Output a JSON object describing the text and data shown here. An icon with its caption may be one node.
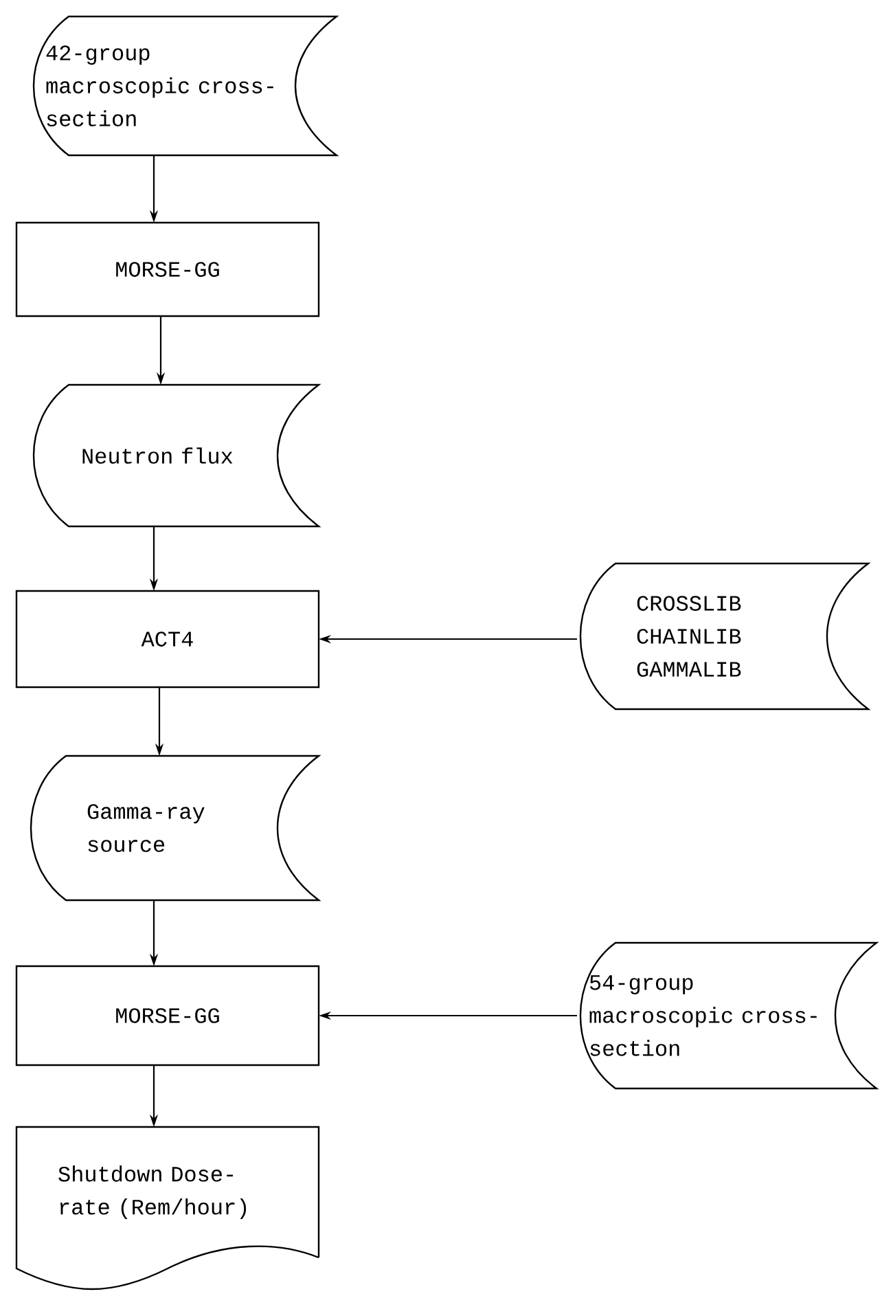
{
  "diagram": {
    "nodes": [
      {
        "text": [
          "42-group macroscopic cross-section"
        ]
      },
      {
        "text": [
          "MORSE-GG"
        ]
      },
      {
        "text": [
          "Neutron flux"
        ]
      },
      {
        "text": [
          "ACT4"
        ]
      },
      {
        "text": [
          "CROSSLIB CHAINLIB GAMMALIB"
        ]
      },
      {
        "text": [
          "Gamma-ray source"
        ]
      },
      {
        "text": [
          "MORSE-GG"
        ]
      },
      {
        "text": [
          "Shutdown Dose-rate (Rem/hour)"
        ]
      },
      {
        "text": [
          "54-group macroscopic cross-section"
        ]
      }
    ],
    "edges": [
      {
        "from": 0,
        "to": 1,
        "arrow": "to"
      },
      {
        "from": 1,
        "to": 2,
        "arrow": "to"
      },
      {
        "from": 2,
        "to": 3,
        "arrow": "to"
      },
      {
        "from": 4,
        "to": 3,
        "arrow": "to"
      },
      {
        "from": 3,
        "to": 5,
        "arrow": "to"
      },
      {
        "from": 5,
        "to": 6,
        "arrow": "to"
      },
      {
        "from": 8,
        "to": 6,
        "arrow": "to"
      },
      {
        "from": 6,
        "to": 7,
        "arrow": "to"
      }
    ]
  }
}
